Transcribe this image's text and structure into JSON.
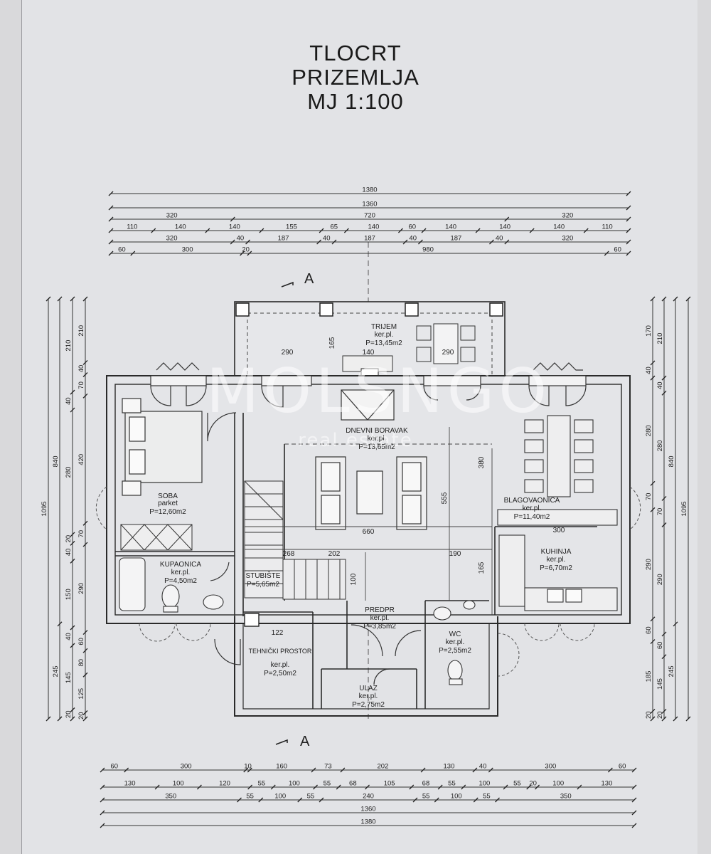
{
  "title": {
    "line1": "TLOCRT",
    "line2": "PRIZEMLJA",
    "line3": "MJ 1:100"
  },
  "section_marks": {
    "top": "A",
    "bottom": "A"
  },
  "watermark": {
    "brand": "MOLSNGO",
    "sub": "real estate"
  },
  "rooms": {
    "trijem": {
      "name": "TRIJEM",
      "floor": "ker.pl.",
      "area": "P=13,45m2"
    },
    "boravak": {
      "name": "DNEVNI BORAVAK",
      "floor": "ker.pl.",
      "area": "P=13,65m2"
    },
    "soba": {
      "name": "SOBA",
      "floor": "parket",
      "area": "P=12,60m2"
    },
    "kupaonica": {
      "name": "KUPAONICA",
      "floor": "ker.pl.",
      "area": "P=4,50m2"
    },
    "stubiste": {
      "name": "STUBIŠTE",
      "area": "P=5,65m2"
    },
    "blagovaonica": {
      "name": "BLAGOVAONICA",
      "floor": "ker.pl.",
      "area": "P=11,40m2"
    },
    "kuhinja": {
      "name": "KUHINJA",
      "floor": "ker.pl.",
      "area": "P=6,70m2"
    },
    "predpr": {
      "name": "PREDPR",
      "floor": "ker.pl.",
      "area": "P=3,85m2"
    },
    "wc": {
      "name": "WC",
      "floor": "ker.pl.",
      "area": "P=2,55m2"
    },
    "tehnicki": {
      "name": "TEHNIČKI PROSTOR",
      "floor": "ker.pl.",
      "area": "P=2,50m2"
    },
    "ulaz": {
      "name": "ULAZ",
      "floor": "ker.pl.",
      "area": "P=2,75m2"
    }
  },
  "dimensions": {
    "top": [
      [
        "1380"
      ],
      [
        "1360"
      ],
      [
        "320",
        "720",
        "320"
      ],
      [
        "110",
        "140",
        "140",
        "155",
        "65",
        "140",
        "60",
        "140",
        "140",
        "140",
        "110"
      ],
      [
        "320",
        "40",
        "187",
        "40",
        "187",
        "40",
        "187",
        "40",
        "320"
      ],
      [
        "60",
        "300",
        "20",
        "980",
        "60"
      ]
    ],
    "bottom": [
      [
        "60",
        "300",
        "10",
        "160",
        "73",
        "202",
        "130",
        "40",
        "300",
        "60"
      ],
      [
        "130",
        "100",
        "120",
        "55",
        "100",
        "55",
        "68",
        "105",
        "68",
        "55",
        "100",
        "55",
        "20",
        "100",
        "130"
      ],
      [
        "350",
        "55",
        "100",
        "55",
        "240",
        "55",
        "100",
        "55",
        "350"
      ],
      [
        "1360"
      ],
      [
        "1380"
      ]
    ],
    "left": [
      [
        "1095"
      ],
      [
        "840",
        "245"
      ],
      [
        "210",
        "40",
        "280",
        "20",
        "40",
        "150",
        "40",
        "145",
        "20"
      ],
      [
        "210",
        "40",
        "70",
        "420",
        "70",
        "290",
        "60",
        "80",
        "125",
        "20"
      ]
    ],
    "right": [
      [
        "1095"
      ],
      [
        "840",
        "245"
      ],
      [
        "210",
        "40",
        "280",
        "70",
        "290",
        "60",
        "145",
        "20"
      ],
      [
        "170",
        "40",
        "280",
        "70",
        "290",
        "60",
        "185",
        "20"
      ]
    ],
    "interior": {
      "trijem_w1": "290",
      "trijem_w2": "290",
      "trijem_d": "140",
      "trijem_h": "165",
      "boravak_w": "660",
      "stair_w": "268",
      "hall_w": "202",
      "hall_w2": "190",
      "kuh_w": "300",
      "boravak_h": "555",
      "blag_h": "380",
      "hall_h": "165",
      "h100": "100",
      "t122": "122"
    }
  },
  "colors": {
    "ink": "#2a2a2a",
    "paper": "#e2e3e6",
    "wall": "#f0f0f2"
  }
}
